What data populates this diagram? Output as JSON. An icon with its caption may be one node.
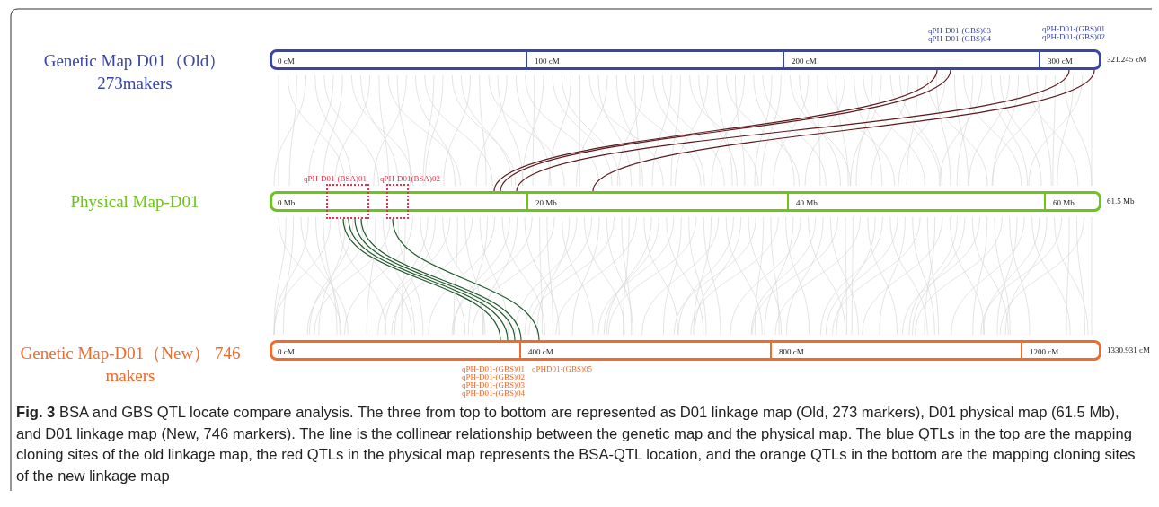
{
  "diagram": {
    "caption": "**Fig. 3** BSA and GBS QTL locate compare analysis. The three from top to bottom are represented as D01 linkage map (Old, 273 markers), D01 physical map (61.5 Mb), and D01 linkage map (New, 746 markers). The line is the collinear relationship between the genetic map and the physical map. The blue QTLs in the top are the mapping cloning sites of the old linkage map, the red QTLs in the physical map represents the BSA-QTL location, and the orange QTLs in the bottom are the mapping cloning sites of the new linkage map",
    "nodes": [
      {
        "text": [
          "0 cM",
          "100 cM",
          "200 cM",
          "300 cM"
        ],
        "beside": [
          "321.245 cM"
        ]
      },
      {
        "text": [
          "0 Mb",
          "20 Mb",
          "40  Mb",
          "60 Mb"
        ],
        "beside": [
          "61.5 Mb"
        ]
      },
      {
        "text": [
          "0 cM",
          "400 cM",
          "800 cM",
          "1200 cM"
        ],
        "beside": [
          "1330.931 cM"
        ]
      },
      {
        "text": [
          "qPH-D01-(BSA)01"
        ]
      },
      {
        "text": [
          "qPH-D01(BSA)02"
        ]
      }
    ],
    "edges": [
      {
        "from": 0,
        "to": 1,
        "arrow": "none",
        "color": "#5c1a1e"
      },
      {
        "from": 0,
        "to": 1,
        "arrow": "none",
        "color": "#5c1a1e"
      },
      {
        "from": 0,
        "to": 1,
        "arrow": "none",
        "color": "#5c1a1e"
      },
      {
        "from": 0,
        "to": 1,
        "arrow": "none",
        "color": "#5c1a1e"
      },
      {
        "from": 3,
        "to": 2,
        "arrow": "none",
        "color": "#1e5a2a"
      },
      {
        "from": 3,
        "to": 2,
        "arrow": "none",
        "color": "#1e5a2a"
      },
      {
        "from": 3,
        "to": 2,
        "arrow": "none",
        "color": "#1e5a2a"
      },
      {
        "from": 3,
        "to": 2,
        "arrow": "none",
        "color": "#1e5a2a"
      },
      {
        "from": 4,
        "to": 2,
        "arrow": "none",
        "color": "#1e5a2a"
      }
    ],
    "labels": [
      "Genetic Map D01（Old） 273makers",
      "Physical Map-D01",
      "Genetic Map-D01（New） 746 makers",
      "qPH-D01-(GBS)03",
      "qPH-D01-(GBS)04",
      "qPH-D01-(GBS)01",
      "qPH-D01-(GBS)02",
      "qPH-D01-(GBS)01",
      "qPHD01-(GBS)05",
      "qPH-D01-(GBS)02",
      "qPH-D01-(GBS)03",
      "qPH-D01-(GBS)04"
    ]
  }
}
